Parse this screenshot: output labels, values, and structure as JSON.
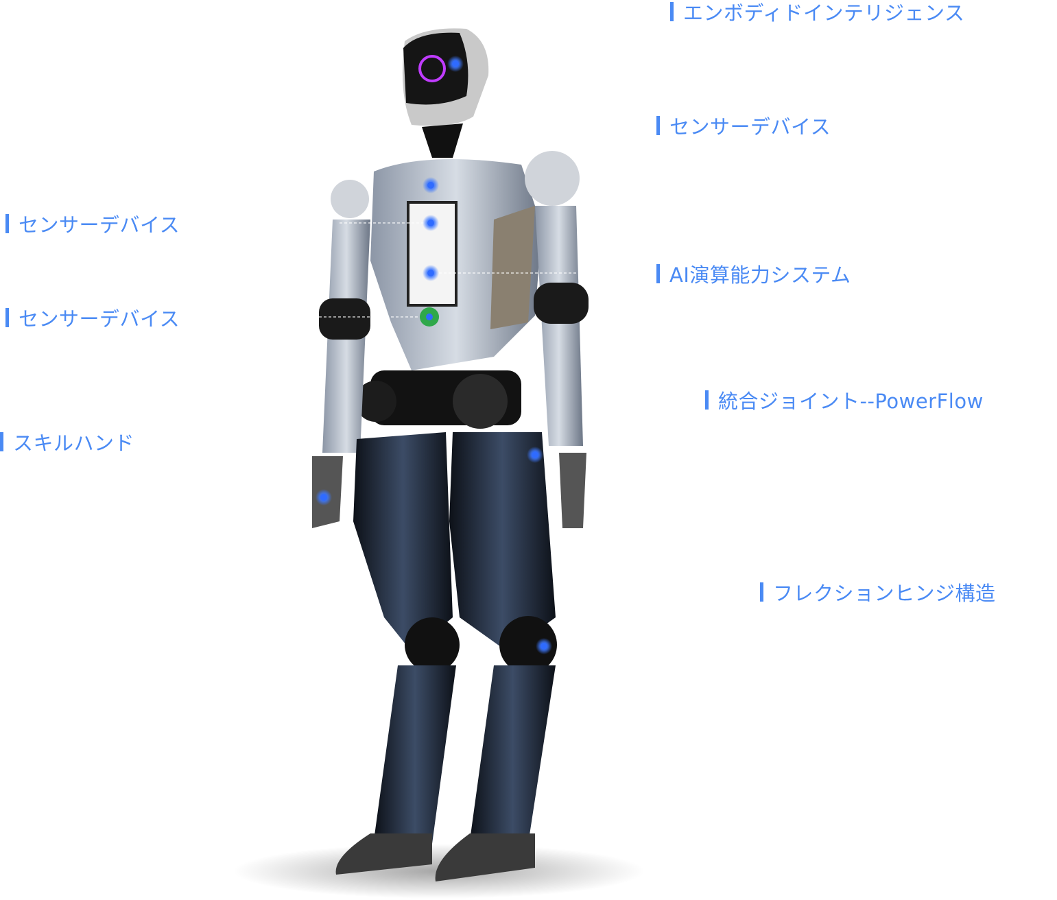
{
  "accent_color": "#4a8af4",
  "labels": [
    {
      "id": "embodied-intelligence",
      "text": "エンボディドインテリジェンス"
    },
    {
      "id": "sensor-device-head",
      "text": "センサーデバイス"
    },
    {
      "id": "sensor-device-chest",
      "text": "センサーデバイス"
    },
    {
      "id": "ai-computing-system",
      "text": "AI演算能力システム"
    },
    {
      "id": "sensor-device-waist",
      "text": "センサーデバイス"
    },
    {
      "id": "integrated-joint",
      "text": "統合ジョイント--PowerFlow"
    },
    {
      "id": "skill-hand",
      "text": "スキルハンド"
    },
    {
      "id": "flexion-hinge",
      "text": "フレクションヒンジ構造"
    }
  ]
}
